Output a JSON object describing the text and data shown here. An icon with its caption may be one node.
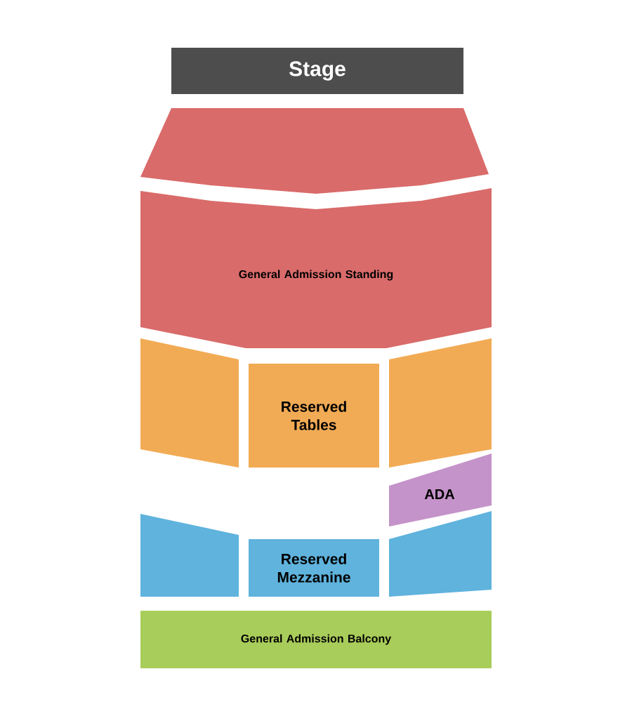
{
  "diagram": {
    "nodes": [
      {
        "text": [
          "Stage"
        ]
      },
      {
        "text": [],
        "shape": "box"
      },
      {
        "text": [
          "General Admission Standing"
        ]
      },
      {
        "text": [],
        "shape": "box"
      },
      {
        "text": [
          "Reserved Tables"
        ]
      },
      {
        "text": [],
        "shape": "box"
      },
      {
        "text": [
          "ADA"
        ]
      },
      {
        "text": [],
        "shape": "box"
      },
      {
        "text": [
          "Reserved Mezzanine"
        ]
      },
      {
        "text": [],
        "shape": "box"
      },
      {
        "text": [
          "General Admission Balcony"
        ]
      }
    ]
  }
}
